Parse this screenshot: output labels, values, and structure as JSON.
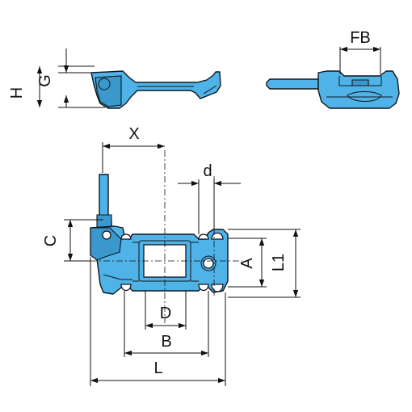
{
  "colors": {
    "part_fill": "#4fb3e8",
    "line": "#111111",
    "background": "#ffffff"
  },
  "dimensions": {
    "H": "H",
    "G": "G",
    "FB": "FB",
    "X": "X",
    "d": "d",
    "C": "C",
    "A": "A",
    "L1": "L1",
    "D": "D",
    "B": "B",
    "L": "L"
  }
}
